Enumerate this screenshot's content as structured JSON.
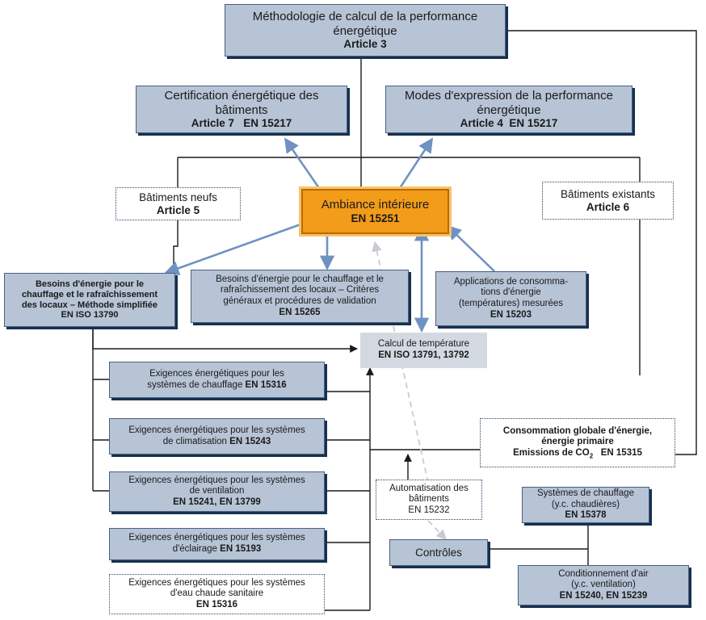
{
  "boxes": {
    "methodologie": {
      "line1": "Méthodologie de calcul de la performance",
      "line2": "énergétique",
      "ref": "Article 3"
    },
    "certification": {
      "line1": "Certification énergétique des",
      "line2": "bâtiments",
      "ref": "Article 7   EN 15217"
    },
    "modes": {
      "line1": "Modes d'expression de la performance",
      "line2": "énergétique",
      "ref": "Article 4  EN 15217"
    },
    "neufs": {
      "line1": "Bâtiments neufs",
      "ref": "Article 5"
    },
    "ambiance": {
      "line1": "Ambiance intérieure",
      "ref": "EN 15251"
    },
    "existants": {
      "line1": "Bâtiments existants",
      "ref": "Article 6"
    },
    "besoins_simplifie": {
      "line1": "Besoins d'énergie pour le",
      "line2": "chauffage et le rafraîchissement",
      "line3": "des locaux – Méthode simplifiée",
      "ref": "EN ISO 13790"
    },
    "besoins_criteres": {
      "line1": "Besoins d'énergie pour le chauffage et le",
      "line2": "rafraîchissement des locaux – Critères",
      "line3": "généraux et procédures de validation",
      "ref": "EN 15265"
    },
    "applications": {
      "line1": "Applications de consomma-",
      "line2": "tions d'énergie",
      "line3": "(températures) mesurées",
      "ref": "EN 15203"
    },
    "calcul_temperature": {
      "line1": "Calcul de température",
      "ref": "EN ISO 13791, 13792"
    },
    "chauffage": {
      "line1": "Exigences énergétiques pour les",
      "line2": "systèmes de chauffage",
      "ref": "EN 15316"
    },
    "climatisation": {
      "line1": "Exigences énergétiques pour les systèmes",
      "line2": "de climatisation",
      "ref": "EN 15243"
    },
    "ventilation": {
      "line1": "Exigences énergétiques pour les systèmes",
      "line2": "de ventilation",
      "ref": "EN 15241, EN 13799"
    },
    "eclairage": {
      "line1": "Exigences énergétiques pour les systèmes",
      "line2": "d'éclairage",
      "ref": "EN 15193"
    },
    "eau_chaude": {
      "line1": "Exigences énergétiques pour les systèmes",
      "line2": "d'eau chaude sanitaire",
      "ref": "EN 15316"
    },
    "consommation": {
      "line1": "Consommation globale d'énergie,",
      "line2": "énergie primaire",
      "line3": "Emissions de CO",
      "co2_sub": "2",
      "ref": "EN 15315"
    },
    "automatisation": {
      "line1": "Automatisation des",
      "line2": "bâtiments",
      "ref": "EN 15232"
    },
    "controles": {
      "line1": "Contrôles"
    },
    "systemes_chauffage": {
      "line1": "Systèmes de chauffage",
      "line2": "(y.c. chaudières)",
      "ref": "EN 15378"
    },
    "conditionnement": {
      "line1": "Conditionnement d'air",
      "line2": "(y.c. ventilation)",
      "ref": "EN 15240, EN 15239"
    }
  },
  "colors": {
    "box_fill": "#b7c4d6",
    "box_shadow": "#16304f",
    "highlight": "#f29c1a",
    "arrow_blue": "#6f92c2",
    "arrow_dashed": "#c7ccd3",
    "line_dark": "#1a1a1a"
  }
}
